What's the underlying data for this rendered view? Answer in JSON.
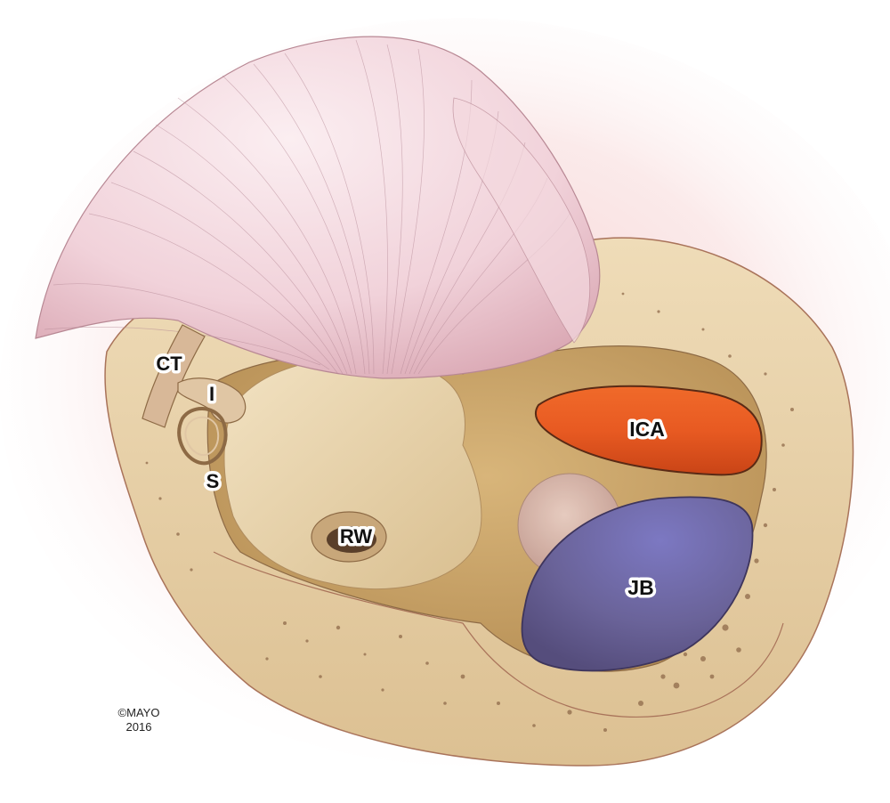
{
  "labels": {
    "ct": "CT",
    "i": "I",
    "s": "S",
    "rw": "RW",
    "ica": "ICA",
    "jb": "JB"
  },
  "copyright": {
    "line1": "©MAYO",
    "line2": "2016"
  },
  "colors": {
    "tympanic_membrane": "#f3d5dd",
    "bone": "#e6cfa4",
    "cavity": "#c9a56a",
    "promontory": "#ead6b0",
    "ica": "#e2571f",
    "jugular_bulb": "#6e67a6"
  }
}
